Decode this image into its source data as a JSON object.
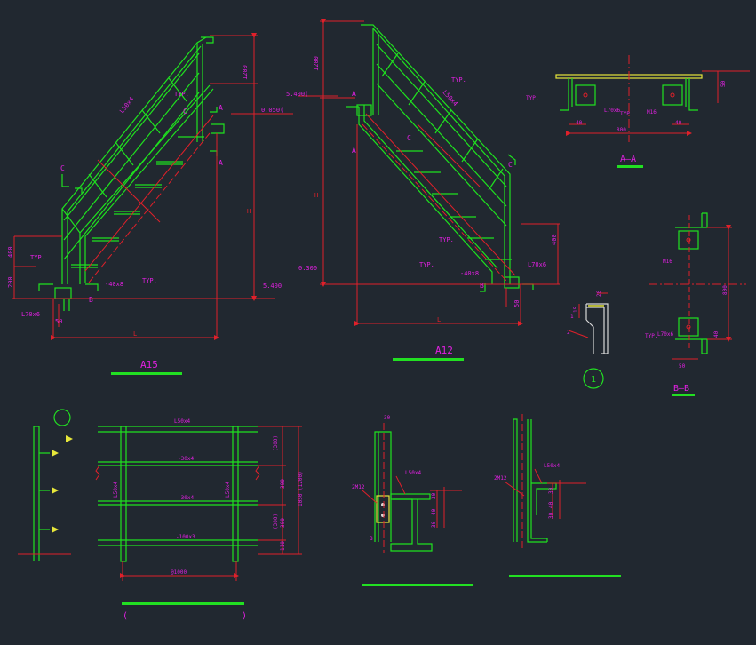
{
  "colors": {
    "background": "#212830",
    "steel": "#1fe21f",
    "dimension": "#e0202a",
    "annotation": "#e020e0",
    "title_bar": "#22e022",
    "centerline": "#e02020",
    "section_yellow": "#e6e63a",
    "detail_white": "#d8d8d8"
  },
  "views": {
    "a15": {
      "title": "A15",
      "labels": {
        "height_top": "1200",
        "height_main": "H",
        "length": "L",
        "top_level": "0.050(",
        "bottom_level": "5.400",
        "angle_main": "L50x4",
        "angle_tread": "-40x8",
        "weld": "TYP.",
        "section_a": "A",
        "section_b": "B",
        "section_c": "C",
        "left_dim_1": "400",
        "left_dim_2": "200",
        "left_bottom": "L70x6",
        "base_dim": "50"
      }
    },
    "a12": {
      "title": "A12",
      "labels": {
        "height_top": "1200",
        "height_main": "H",
        "length": "L",
        "top_level": "5.400(",
        "bottom_level": "0.300",
        "angle_main": "L50x4",
        "angle_tread": "-40x8",
        "weld": "TYP.",
        "section_a": "A",
        "section_b": "B",
        "section_c": "C",
        "right_dim": "400",
        "right_bottom": "L70x6",
        "base_dim": "50"
      }
    },
    "section_aa": {
      "title": "A—A",
      "labels": {
        "angle": "L70x6",
        "plate": "M16",
        "weld": "TYP.",
        "width": "800",
        "edge_left": "40",
        "edge_right": "40",
        "height": "50"
      }
    },
    "section_bb": {
      "title": "B—B",
      "labels": {
        "bolt": "M16",
        "angle": "L70x6",
        "weld": "TYP.",
        "height": "800",
        "edge": "40",
        "width": "50"
      }
    },
    "detail_1": {
      "title": "1",
      "labels": {
        "dim_1": "15",
        "dim_2": "20",
        "num_1": "1",
        "num_2": "2"
      }
    },
    "railing_elevation": {
      "title_left": "(",
      "title_right": ")",
      "labels": {
        "top_rail": "L50x4",
        "mid_rail_1": "-30x4",
        "mid_rail_2": "-30x4",
        "toe_board": "-100x3",
        "post_left": "L50x4",
        "post_right": "L50x4",
        "bottom_span": "@1000",
        "dim_1": "(300)",
        "dim_2": "300",
        "dim_3": "(300)",
        "dim_4": "300",
        "dim_5": "110",
        "total": "1050\n(1200)"
      }
    },
    "detail_column": {
      "labels": {
        "bolts": "2M12",
        "angle": "L50x4",
        "dim_top": "30",
        "dim_a": "30",
        "dim_b": "40",
        "dim_c": "30",
        "plate": "B"
      }
    },
    "detail_wall": {
      "labels": {
        "bolts": "2M12",
        "angle": "L50x4",
        "dim_a": "30",
        "dim_b": "40",
        "dim_c": "30"
      }
    }
  }
}
